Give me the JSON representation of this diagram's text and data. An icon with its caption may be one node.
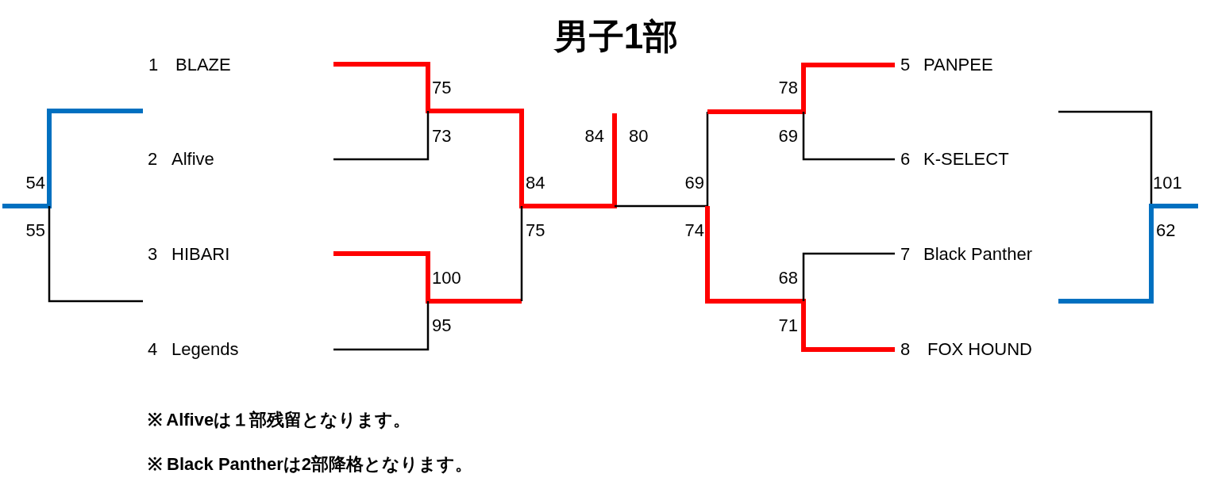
{
  "diagram": {
    "title": "男子1部",
    "labels": [
      "1",
      "BLAZE",
      "5",
      "PANPEE",
      "75",
      "78",
      "73",
      "84",
      "80",
      "69",
      "2",
      "Alfive",
      "6",
      "K-SELECT",
      "54",
      "84",
      "69",
      "101",
      "55",
      "75",
      "74",
      "62",
      "3",
      "HIBARI",
      "7",
      "Black Panther",
      "100",
      "68",
      "95",
      "71",
      "4",
      "Legends",
      "8",
      "FOX HOUND",
      "※ Alfiveは１部残留となります。",
      "※ Black Pantherは2部降格となります。"
    ]
  }
}
